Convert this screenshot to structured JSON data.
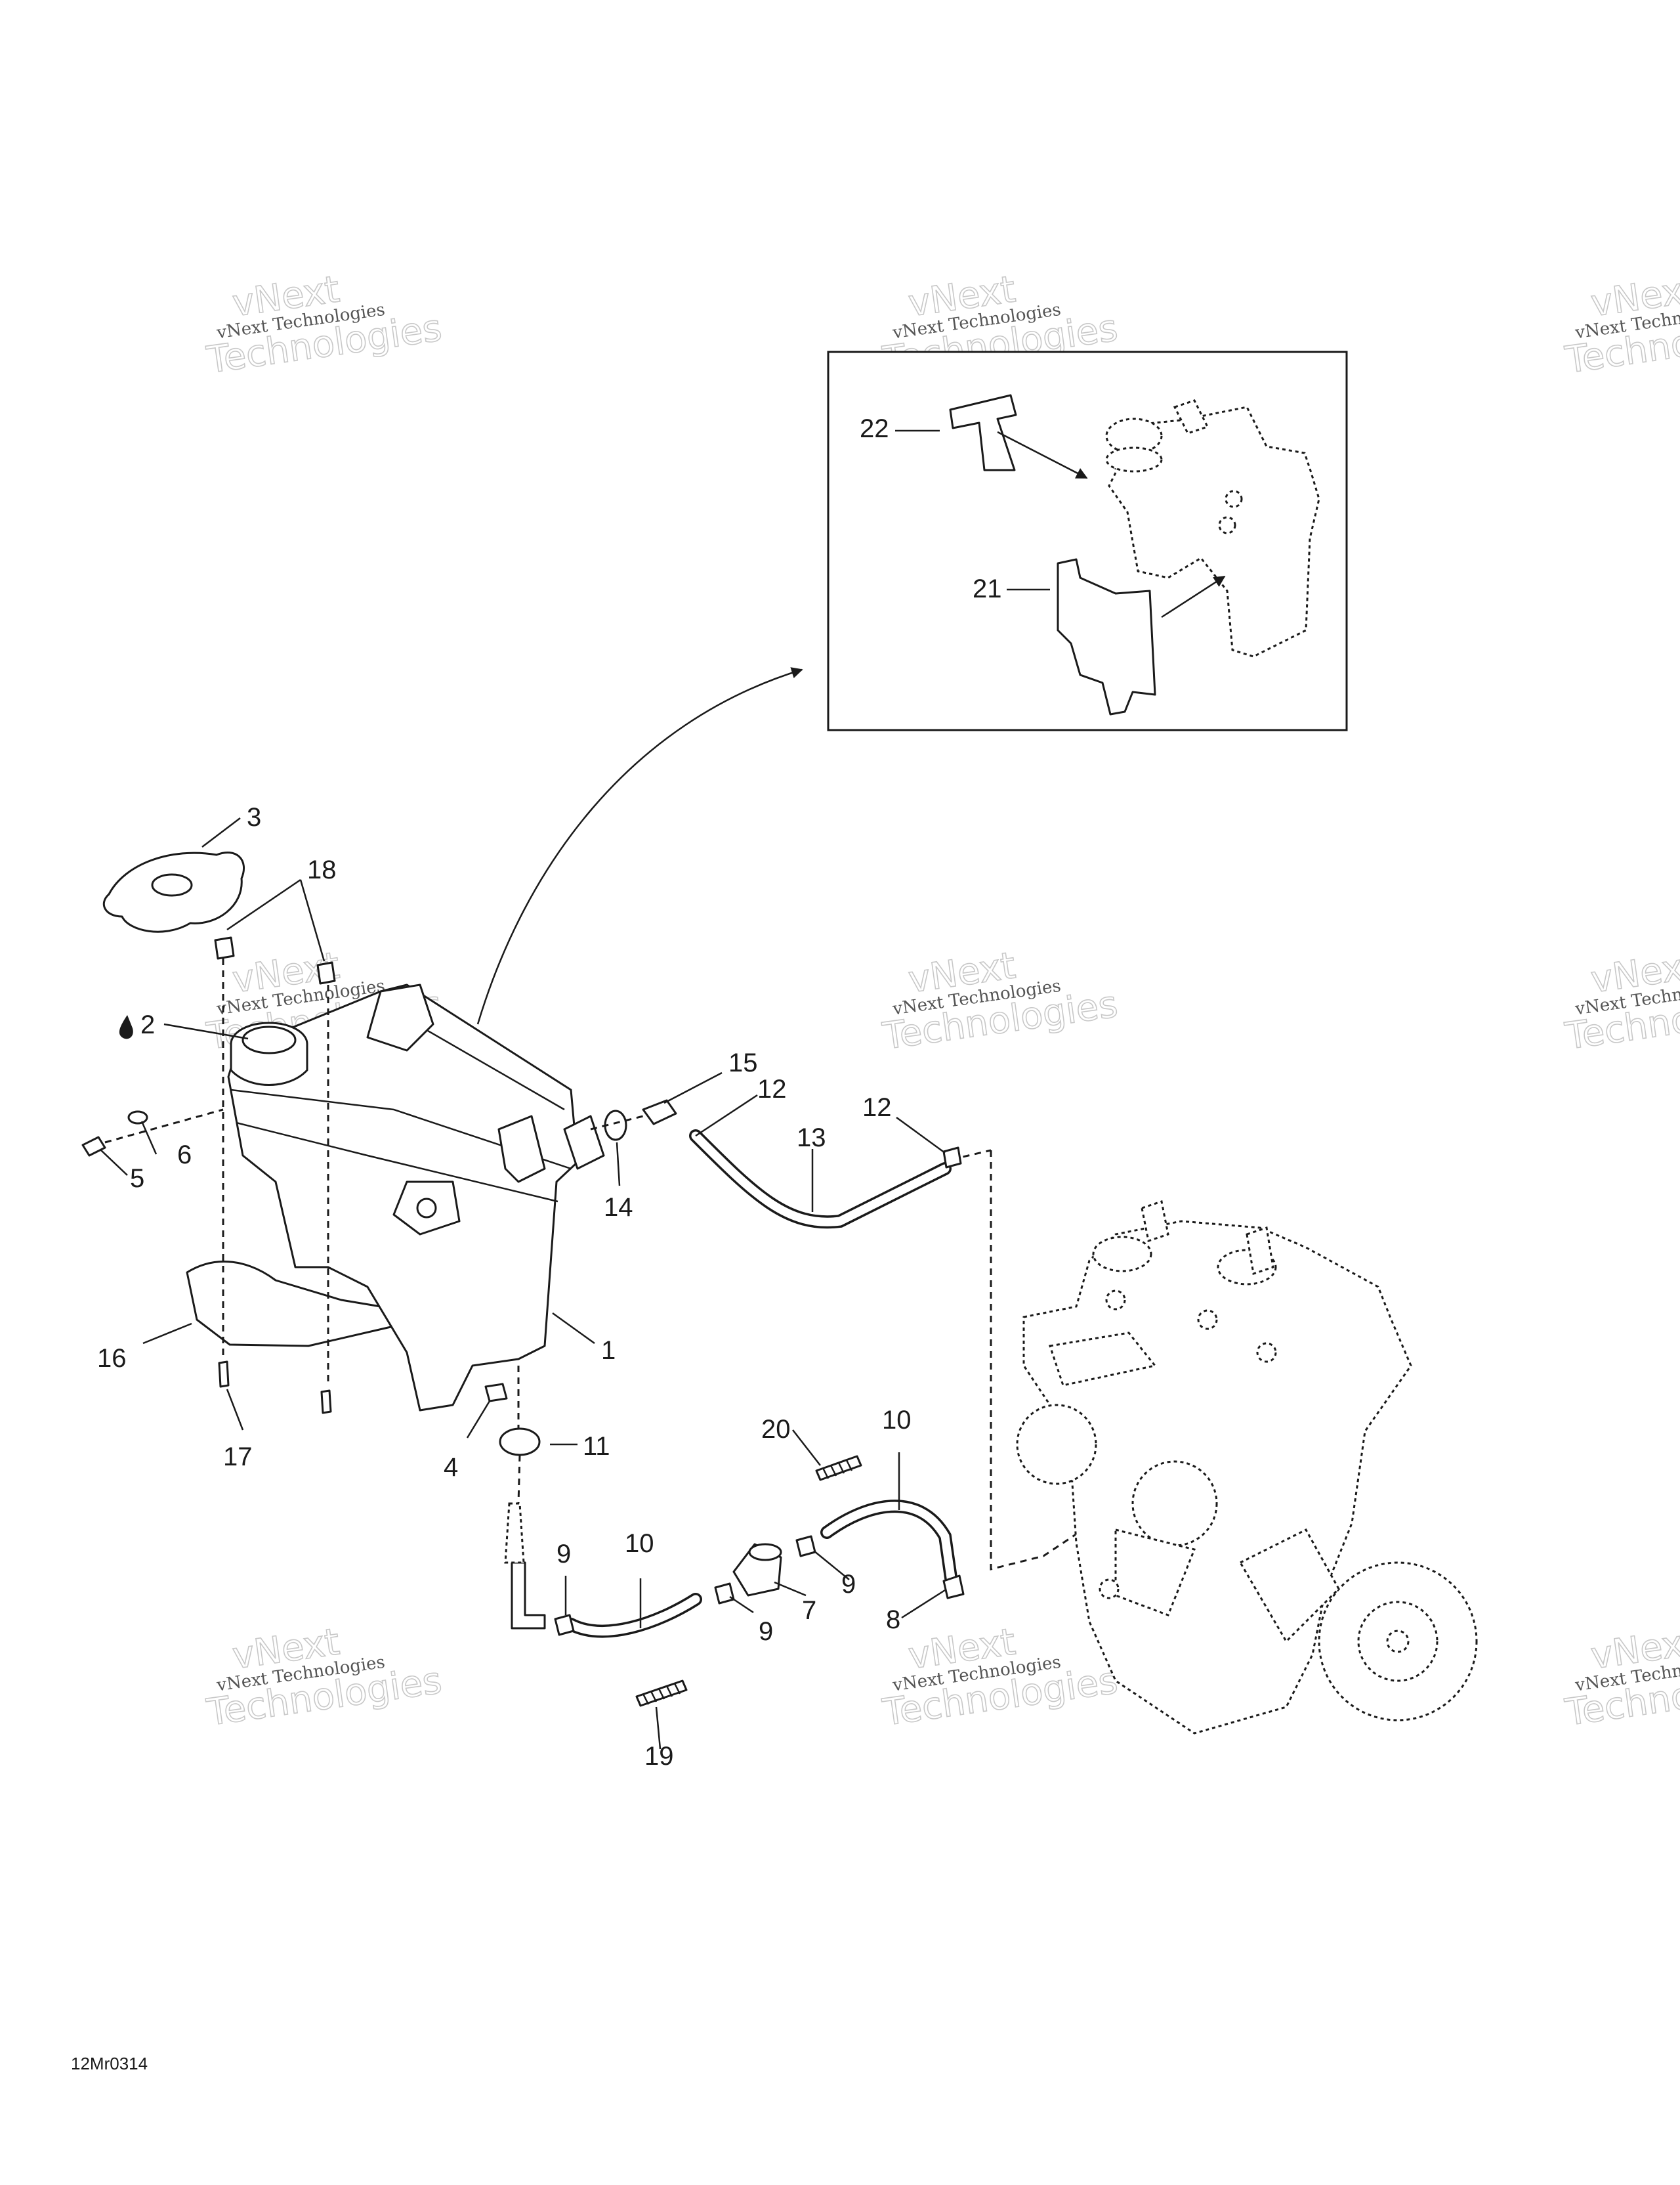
{
  "drawing_code": "12Mr0314",
  "watermark": {
    "line1": "vNext Technologies",
    "line2": "vNext",
    "line3": "Technologies"
  },
  "callouts": {
    "c1": "1",
    "c2": "2",
    "c3": "3",
    "c4": "4",
    "c5": "5",
    "c6": "6",
    "c7": "7",
    "c8": "8",
    "c9a": "9",
    "c9b": "9",
    "c9c": "9",
    "c10a": "10",
    "c10b": "10",
    "c11": "11",
    "c12a": "12",
    "c12b": "12",
    "c13": "13",
    "c14": "14",
    "c15": "15",
    "c16": "16",
    "c17": "17",
    "c18": "18",
    "c19": "19",
    "c20": "20",
    "c21": "21",
    "c22": "22"
  },
  "icons": {
    "lubricant": "oil-drop-icon"
  }
}
